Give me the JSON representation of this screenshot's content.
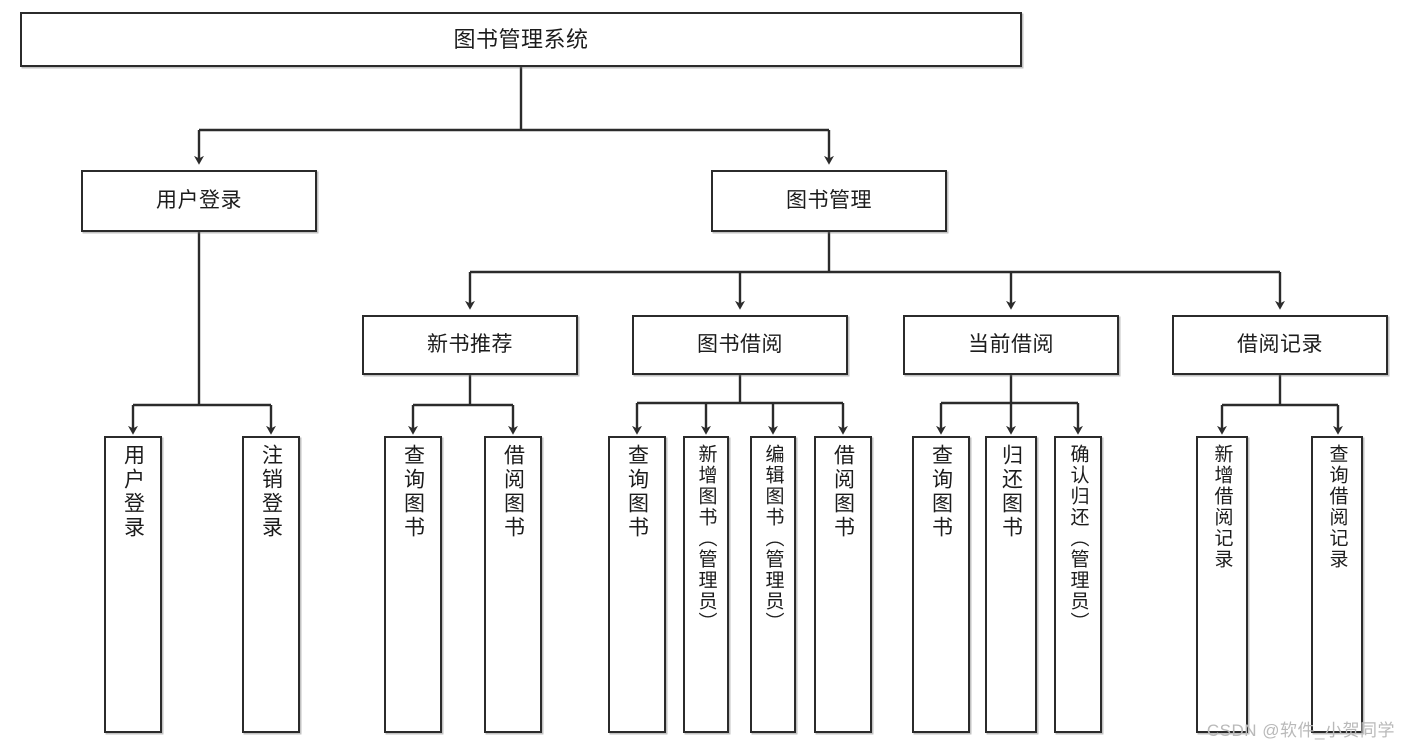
{
  "diagram": {
    "title": "图书管理系统",
    "type": "tree",
    "colors": {
      "stroke": "#2b2b2b",
      "fill": "#ffffff",
      "text": "#1c1c1c",
      "watermark": "#b9b9b9"
    },
    "levels": {
      "root": {
        "label": "图书管理系统"
      },
      "level2": [
        {
          "label": "用户登录"
        },
        {
          "label": "图书管理"
        }
      ],
      "level3": [
        {
          "label": "新书推荐"
        },
        {
          "label": "图书借阅"
        },
        {
          "label": "当前借阅"
        },
        {
          "label": "借阅记录"
        }
      ],
      "leaves": {
        "user_login": [
          {
            "label": "用户登录"
          },
          {
            "label": "注销登录"
          }
        ],
        "new_book_recommend": [
          {
            "label": "查询图书"
          },
          {
            "label": "借阅图书"
          }
        ],
        "book_borrow": [
          {
            "label": "查询图书"
          },
          {
            "label": "新增图书（管理员）"
          },
          {
            "label": "编辑图书（管理员）"
          },
          {
            "label": "借阅图书"
          }
        ],
        "current_borrow": [
          {
            "label": "查询图书"
          },
          {
            "label": "归还图书"
          },
          {
            "label": "确认归还（管理员）"
          }
        ],
        "borrow_record": [
          {
            "label": "新增借阅记录"
          },
          {
            "label": "查询借阅记录"
          }
        ]
      }
    }
  },
  "watermark": {
    "text": "CSDN @软件_小贺同学"
  }
}
